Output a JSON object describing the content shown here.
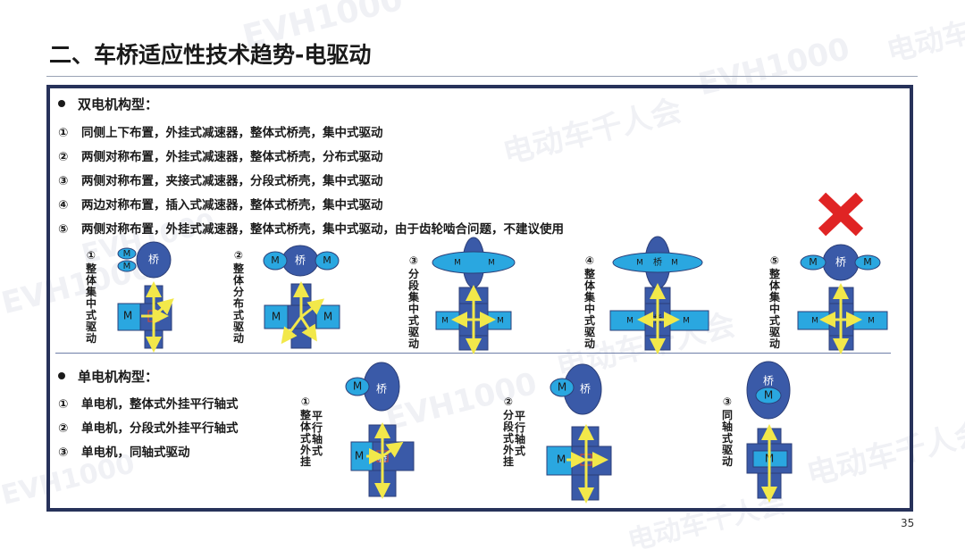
{
  "title": "二、车桥适应性技术趋势-电驱动",
  "page_number": "35",
  "dual_motor": {
    "heading": "双电机构型：",
    "items": [
      {
        "num": "①",
        "text": "同侧上下布置，外挂式减速器，整体式桥壳，集中式驱动"
      },
      {
        "num": "②",
        "text": "两侧对称布置，外挂式减速器，整体式桥壳，分布式驱动"
      },
      {
        "num": "③",
        "text": "两侧对称布置，夹接式减速器，分段式桥壳，集中式驱动"
      },
      {
        "num": "④",
        "text": "两边对称布置，插入式减速器，整体式桥壳，集中式驱动"
      },
      {
        "num": "⑤",
        "text": "两侧对称布置，外挂式减速器，整体式桥壳，集中式驱动，由于齿轮啮合问题，不建议使用"
      }
    ],
    "diagram_labels": [
      {
        "num": "①",
        "cols": [
          "整体集中式驱动"
        ]
      },
      {
        "num": "②",
        "cols": [
          "整体分布式驱动"
        ]
      },
      {
        "num": "③",
        "cols": [
          "分段集中式驱动"
        ]
      },
      {
        "num": "④",
        "cols": [
          "整体集中式驱动"
        ]
      },
      {
        "num": "⑤",
        "cols": [
          "整体集中式驱动"
        ]
      }
    ]
  },
  "single_motor": {
    "heading": "单电机构型：",
    "items": [
      {
        "num": "①",
        "text": "单电机，整体式外挂平行轴式"
      },
      {
        "num": "②",
        "text": "单电机，分段式外挂平行轴式"
      },
      {
        "num": "③",
        "text": "单电机，同轴式驱动"
      }
    ],
    "diagram_labels": [
      {
        "num": "①",
        "cols": [
          "平行轴式",
          "整体式外挂"
        ]
      },
      {
        "num": "②",
        "cols": [
          "平行轴式",
          "分段式外挂"
        ]
      },
      {
        "num": "③",
        "cols": [
          "同轴式驱动"
        ]
      }
    ]
  },
  "symbols": {
    "motor": "M",
    "axle": "桥"
  },
  "colors": {
    "dark_blue": "#3a5aa8",
    "light_blue": "#2aa7e0",
    "arrow_yellow": "#f2e84a",
    "frame": "#27325a",
    "red_x": "#e02424"
  },
  "watermark": {
    "brand": "EVH1000",
    "sub": "电动车千人会"
  }
}
